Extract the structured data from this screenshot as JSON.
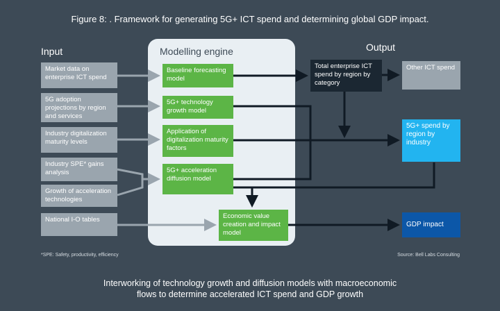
{
  "title": "Figure 8: . Framework for generating 5G+ ICT spend and determining global GDP impact.",
  "sections": {
    "input": "Input",
    "engine": "Modelling engine",
    "output": "Output"
  },
  "inputs": [
    "Market data on enterprise ICT spend",
    "5G adoption projections by region and services",
    "Industry digitalization maturity levels",
    "Industry SPE* gains analysis",
    "Growth of acceleration technologies",
    "National I-O tables"
  ],
  "engine_boxes": [
    "Baseline forecasting model",
    "5G+ technology growth model",
    "Application of digitalization maturity factors",
    "5G+ acceleration diffusion model",
    "Economic value creation and impact model"
  ],
  "outputs": {
    "total": "Total enterprise ICT spend by region by category",
    "other": "Other ICT spend",
    "spend5g": "5G+ spend by region by industry",
    "gdp": "GDP impact"
  },
  "footnote": "*SPE: Safety, productivity, efficiency",
  "source": "Source: Bell Labs Consulting",
  "caption_lines": [
    "Interworking of technology growth and diffusion models with macroeconomic",
    "flows to determine accelerated ICT spend and GDP growth"
  ],
  "colors": {
    "background": "#3d4a56",
    "input_box": "#9aa5ae",
    "engine_panel": "#e9eff3",
    "engine_box": "#5cb546",
    "total_box": "#1b2732",
    "spend5g_box": "#22b4f0",
    "gdp_box": "#0c57a8",
    "arrow_dark": "#101a24",
    "arrow_grey": "#9aa5ae"
  }
}
